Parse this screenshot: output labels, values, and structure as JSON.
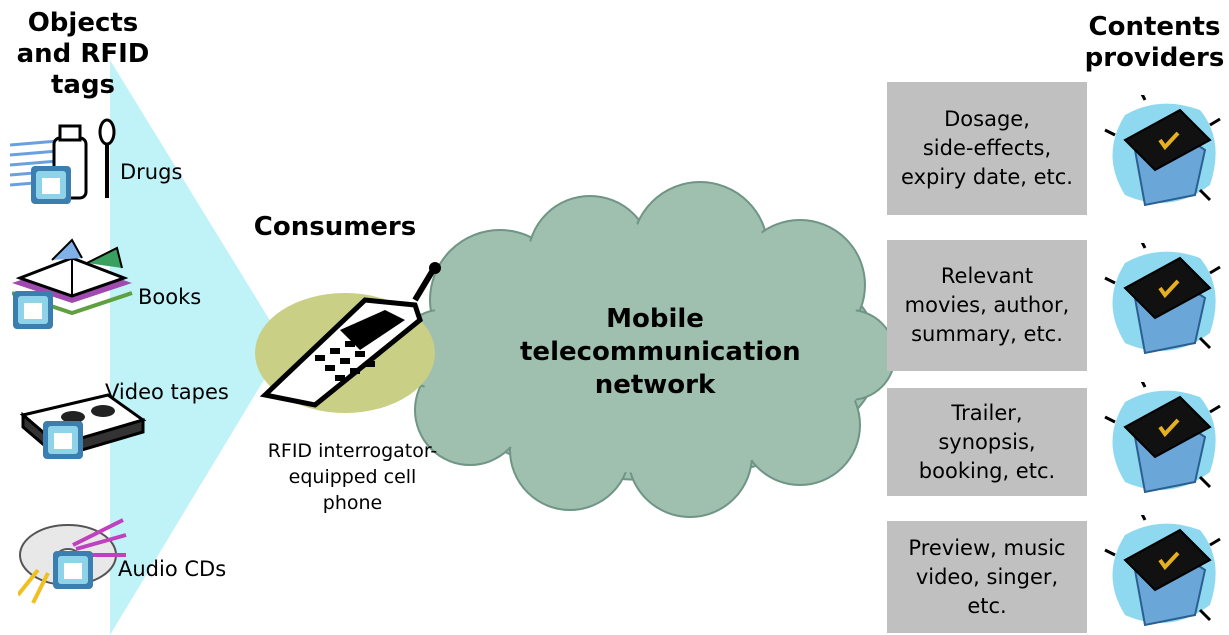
{
  "headings": {
    "objects": "Objects\nand RFID\ntags",
    "consumers": "Consumers",
    "providers": "Contents\nproviders"
  },
  "objects": [
    {
      "label": "Drugs",
      "icon": "drug-bottle-icon"
    },
    {
      "label": "Books",
      "icon": "open-book-icon"
    },
    {
      "label": "Video tapes",
      "icon": "video-tape-icon"
    },
    {
      "label": "Audio CDs",
      "icon": "cd-icon"
    }
  ],
  "phone": {
    "caption": "RFID interrogator-\nequipped cell\nphone",
    "icon": "cell-phone-icon"
  },
  "network": {
    "label": "Mobile\ntelecommunication\nnetwork"
  },
  "info_boxes": [
    "Dosage,\nside-effects,\nexpiry date, etc.",
    "Relevant\nmovies, author,\nsummary, etc.",
    "Trailer,\nsynopsis,\nbooking, etc.",
    "Preview, music\nvideo, singer,\netc."
  ],
  "provider_icon": "building-book-icon",
  "colors": {
    "beam": "#bff3f7",
    "cloud": "#9fbfaf",
    "phone_blob": "#c9cf84",
    "info_box": "#c0c0c0",
    "tag": "#8fd3e8"
  }
}
